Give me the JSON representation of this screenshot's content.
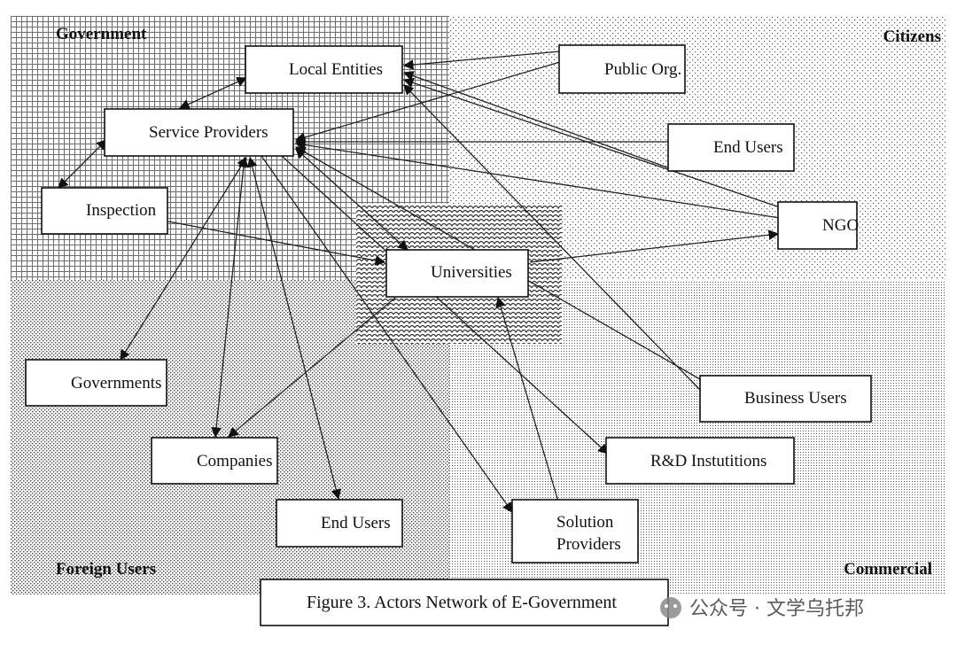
{
  "regions": {
    "government": "Government",
    "citizens": "Citizens",
    "foreign_users": "Foreign Users",
    "commercial": "Commercial"
  },
  "nodes": {
    "local_entities": "Local Entities",
    "public_org": "Public Org.",
    "service_providers": "Service Providers",
    "end_users_citizens": "End Users",
    "inspection": "Inspection",
    "ngo": "NGO",
    "universities": "Universities",
    "governments": "Governments",
    "business_users": "Business Users",
    "companies": "Companies",
    "rd_institutions": "R&D Instutitions",
    "end_users_foreign": "End Users",
    "solution_providers_line1": "Solution",
    "solution_providers_line2": "Providers"
  },
  "caption": "Figure 3. Actors Network of E-Government",
  "watermark": "公众号 · 文学乌托邦"
}
